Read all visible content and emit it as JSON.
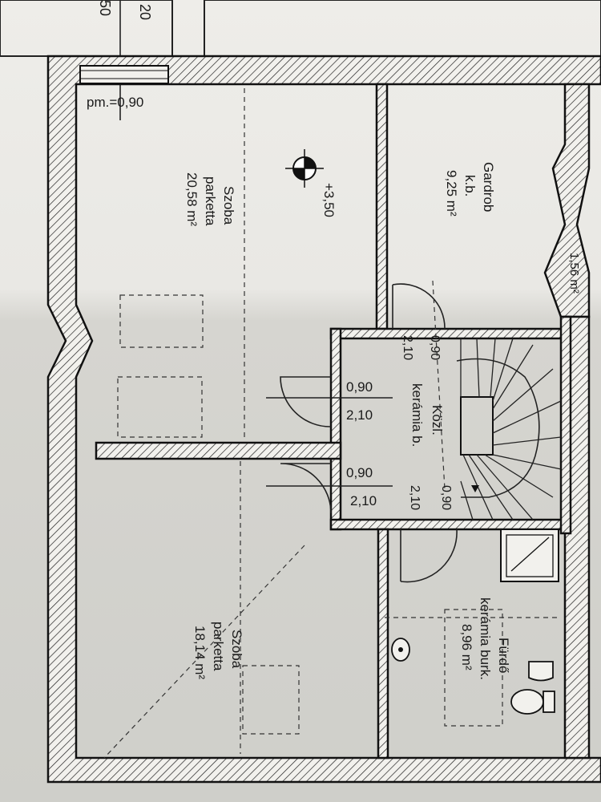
{
  "top_labels": {
    "a": "20",
    "b": "50"
  },
  "parapet_note": "pm.=0,90",
  "level_mark": "+3,50",
  "rooms": {
    "szoba_top": {
      "name": "Szoba",
      "floor": "parketta",
      "area": "20,58 m²"
    },
    "gardrob": {
      "name": "Gardrob",
      "floor": "k.b.",
      "area": "9,25 m²"
    },
    "kozl": {
      "name": "Közl.",
      "floor": "kerámia b."
    },
    "furdo": {
      "name": "Fürdő",
      "floor": "kerámia burk.",
      "area": "8,96 m²"
    },
    "szoba_bottom": {
      "name": "Szoba",
      "floor": "parketta",
      "area": "18,14 m²"
    },
    "small_room": {
      "area": "1,56 m²"
    }
  },
  "doors": {
    "d1": {
      "width": "0,90",
      "height": "2,10"
    },
    "d2": {
      "width": "0,90",
      "height": "2,10"
    },
    "d3": {
      "width": "0,90",
      "height": "2,10"
    },
    "d4": {
      "width": "0,90",
      "height": "2,10"
    }
  }
}
